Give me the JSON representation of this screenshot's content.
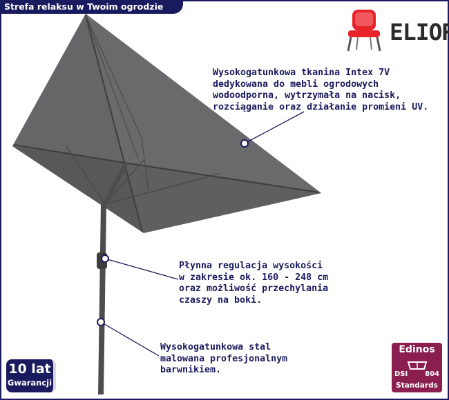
{
  "header": {
    "title": "Strefa relaksu w Twoim ogrodzie"
  },
  "brand": {
    "name": "ELIOR",
    "icon": "chair-icon"
  },
  "callouts": {
    "fabric": [
      "Wysokogatunkowa tkanina Intex 7V",
      "dedykowana do mebli ogrodowych",
      "wodoodporna, wytrzymała na nacisk,",
      "rozciąganie oraz działanie promieni UV."
    ],
    "height": [
      "Płynna regulacja wysokości",
      "w zakresie ok. 160 - 248 cm",
      "oraz możliwość przechylania",
      "czaszy na boki."
    ],
    "steel": [
      "Wysokogatunkowa stal",
      "malowana profesjonalnym",
      "barwnikiem."
    ]
  },
  "badges": {
    "warranty": {
      "line1": "10 lat",
      "line2": "Gwarancji"
    },
    "standard": {
      "line1": "Edinos",
      "line2": "DSI",
      "line3": "804",
      "line4": "Standards"
    }
  },
  "colors": {
    "accent": "#1a1a5e",
    "canopy": "#5f5e60",
    "badge": "#8a1e4e"
  }
}
